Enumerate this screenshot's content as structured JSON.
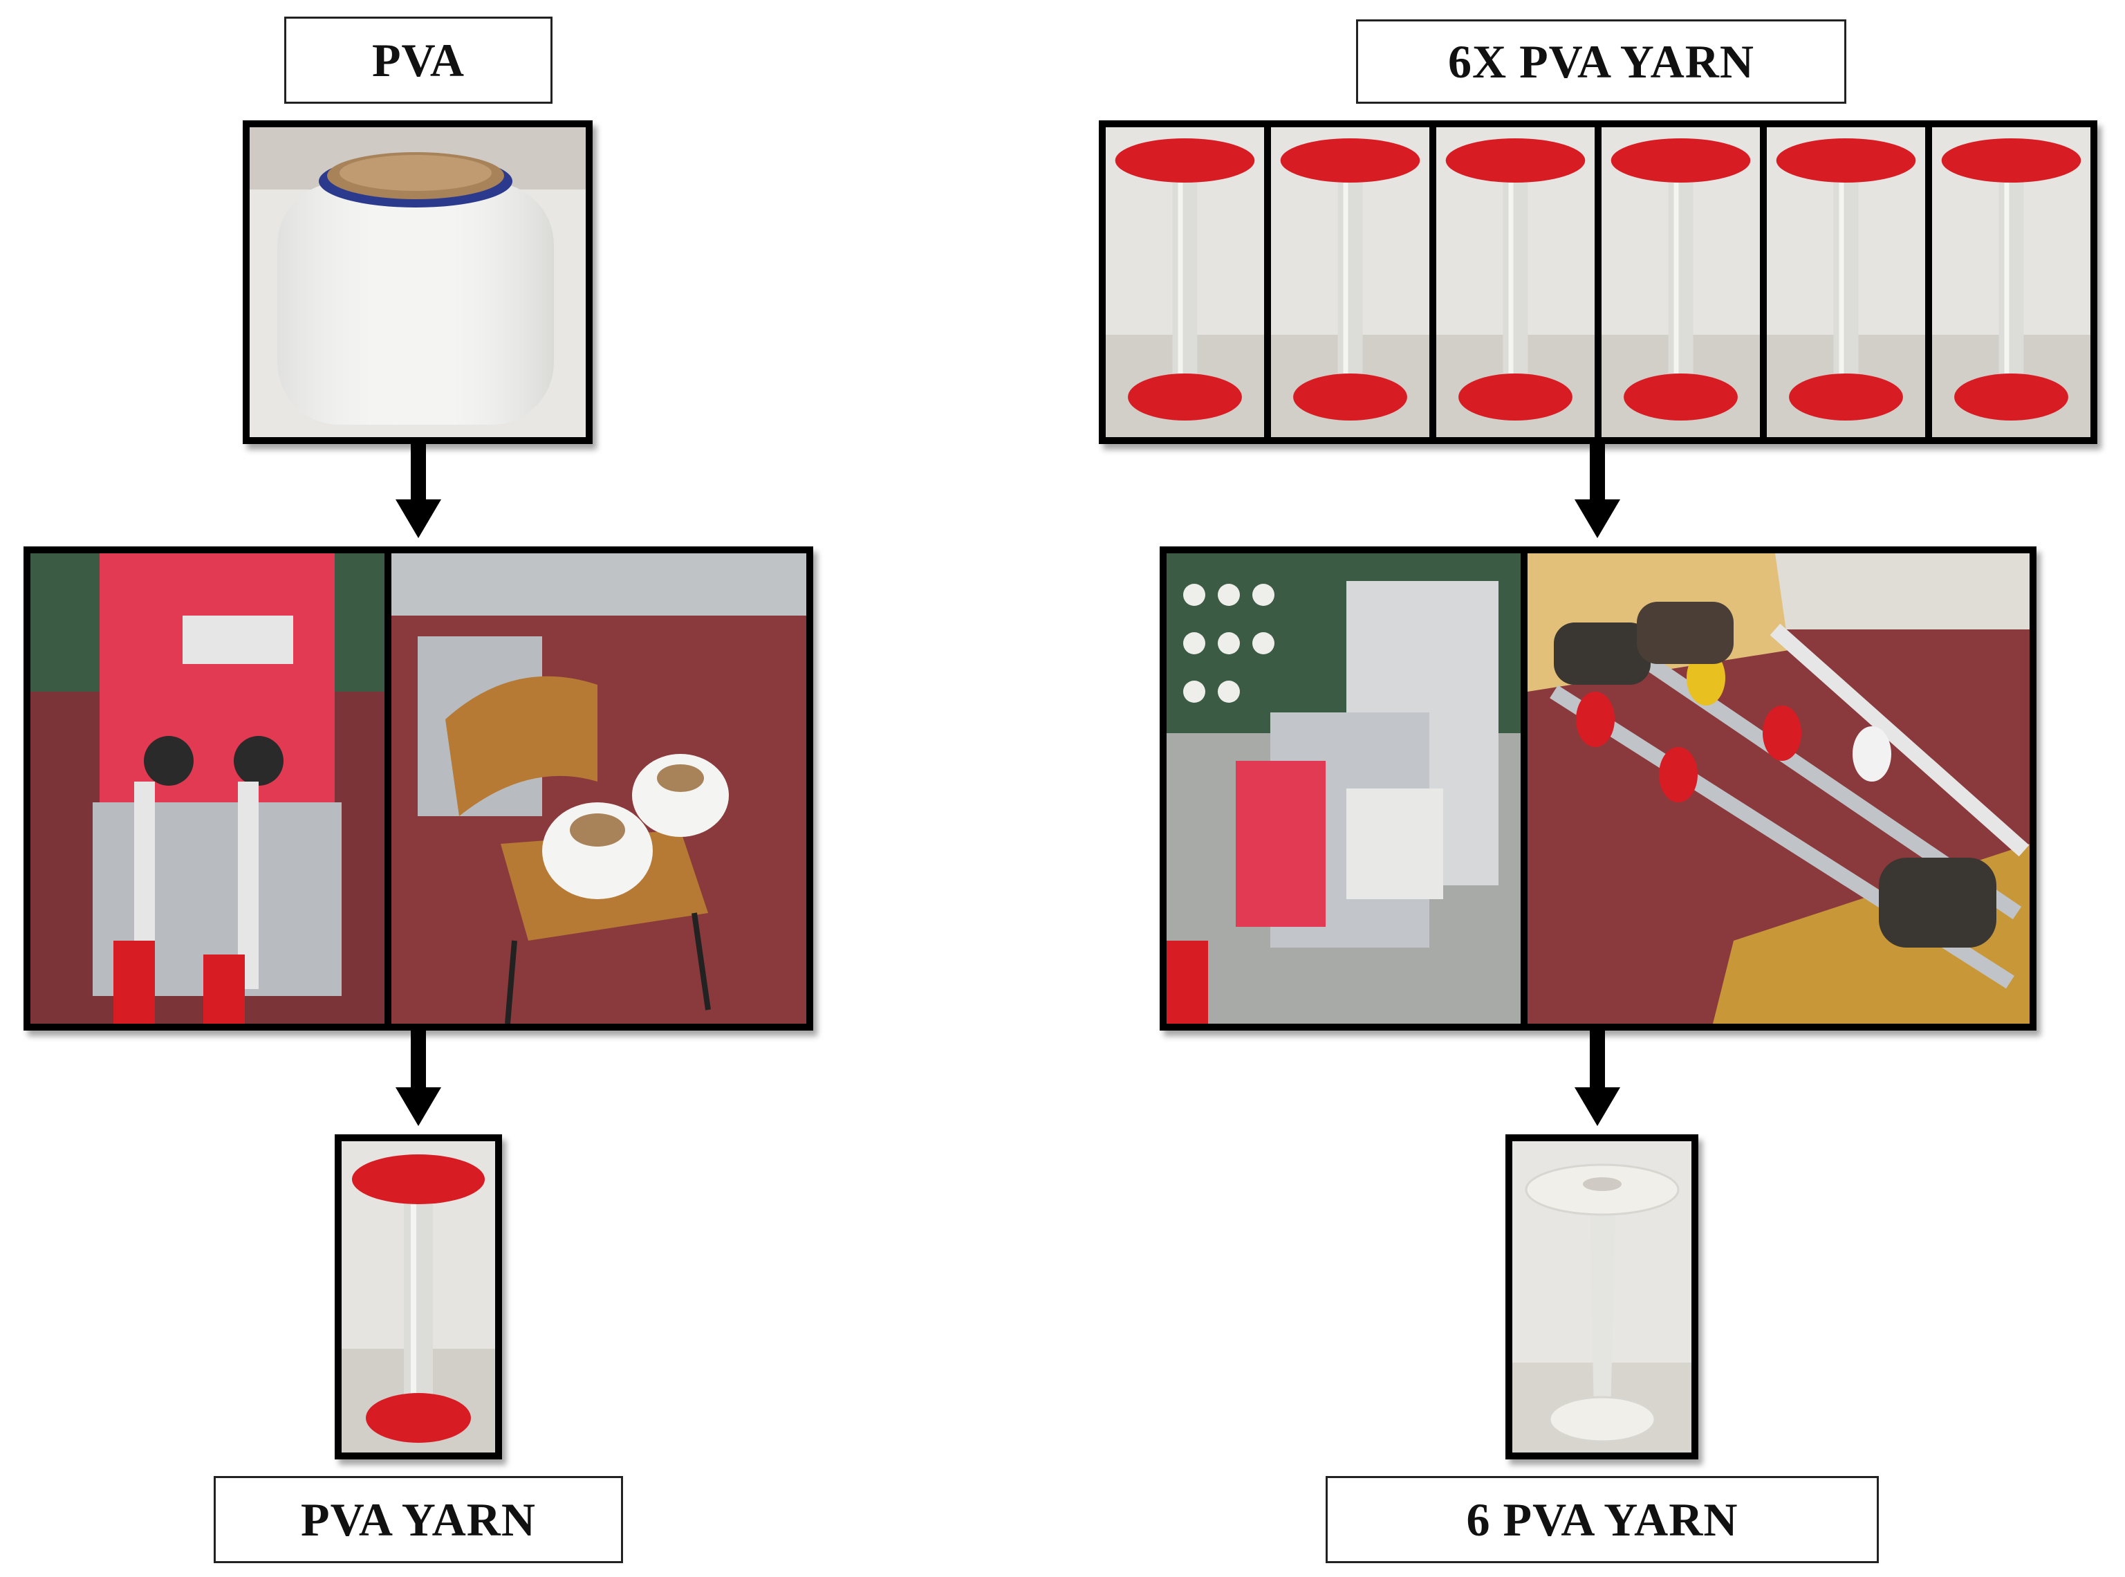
{
  "left_column": {
    "top_label": "PVA",
    "bottom_label": "PVA YARN"
  },
  "right_column": {
    "top_label": "6X PVA YARN",
    "bottom_label": "6 PVA YARN",
    "bobbin_count": 6
  },
  "colors": {
    "frame": "#000000",
    "spool_red": "#d81c24",
    "spool_white": "#f1efe9",
    "yarn": "#dcdcd8",
    "floor": "#8a3a3c",
    "wall": "#d6d2cc",
    "machine_pink": "#e23a52",
    "wood": "#b67a34",
    "steel": "#b8bcc0"
  }
}
